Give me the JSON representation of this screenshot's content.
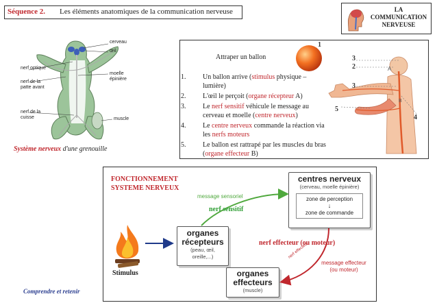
{
  "header": {
    "sequence": "Séquence 2.",
    "title": "Les éléments anatomiques de la communication nerveuse"
  },
  "logo": {
    "line1": "LA",
    "line2": "COMMUNICATION",
    "line3": "NERVEUSE"
  },
  "frog": {
    "labels": {
      "cerveau": "cerveau",
      "oeil": "œil",
      "nerf_optique": "nerf optique",
      "nerf_patte": "nerf de la patte avant",
      "moelle": "moelle épinière",
      "nerf_cuisse": "nerf de la cuisse",
      "muscle": "muscle"
    },
    "caption_red": "Système nerveux",
    "caption_rest": " d'une grenouille"
  },
  "ball": {
    "title": "Attraper un ballon",
    "steps": [
      {
        "num": "1.",
        "parts": [
          {
            "t": "Un ballon arrive ("
          },
          {
            "t": "stimulus",
            "red": true
          },
          {
            "t": " physique – lumière)"
          }
        ]
      },
      {
        "num": "2.",
        "parts": [
          {
            "t": "L'œil le perçoit ("
          },
          {
            "t": "organe récepteur",
            "red": true
          },
          {
            "t": " A)"
          }
        ]
      },
      {
        "num": "3.",
        "parts": [
          {
            "t": "Le "
          },
          {
            "t": "nerf sensitif",
            "red": true
          },
          {
            "t": " véhicule le message au cerveau et moelle ("
          },
          {
            "t": "centre nerveux",
            "red": true
          },
          {
            "t": ")"
          }
        ]
      },
      {
        "num": "4.",
        "parts": [
          {
            "t": "Le "
          },
          {
            "t": "centre nerveux",
            "red": true
          },
          {
            "t": " commande la réaction via les "
          },
          {
            "t": "nerfs moteurs",
            "red": true
          }
        ]
      },
      {
        "num": "5.",
        "parts": [
          {
            "t": "Le ballon est rattrapé par les muscles du bras ("
          },
          {
            "t": "organe effecteur",
            "red": true
          },
          {
            "t": " B)"
          }
        ]
      }
    ],
    "markers": {
      "n1": "1",
      "n3a": "3",
      "n2": "2",
      "n3b": "3",
      "n5": "5",
      "n4": "4",
      "A": "A",
      "B": "B"
    }
  },
  "func": {
    "title_line1": "FONCTIONNEMENT",
    "title_line2": "SYSTEME NERVEUX",
    "centres": {
      "title": "centres nerveux",
      "sub": "(cerveau, moelle épinière)",
      "perception": "zone de perception",
      "commande": "zone de commande"
    },
    "recepteurs": {
      "line1": "organes",
      "line2": "récepteurs",
      "sub1": "(peau, œil,",
      "sub2": "oreille,...)"
    },
    "effecteurs": {
      "line1": "organes",
      "line2": "effecteurs",
      "sub": "(muscle)"
    },
    "message_sensoriel": "message sensoriel",
    "nerf_sensitif": "nerf sensitif",
    "nerf_effecteur_label": "nerf effecteur (ou moteur)",
    "nerf_effecteur_arc": "nerf effecteur",
    "message_effecteur_line1": "message effecteur",
    "message_effecteur_line2": "(ou moteur)",
    "stimulus": "Stimulus"
  },
  "footer": "Comprendre et retenir",
  "colors": {
    "accent_red": "#c0272d",
    "accent_green": "#4fa83d",
    "footer_blue": "#2a3d8f"
  }
}
